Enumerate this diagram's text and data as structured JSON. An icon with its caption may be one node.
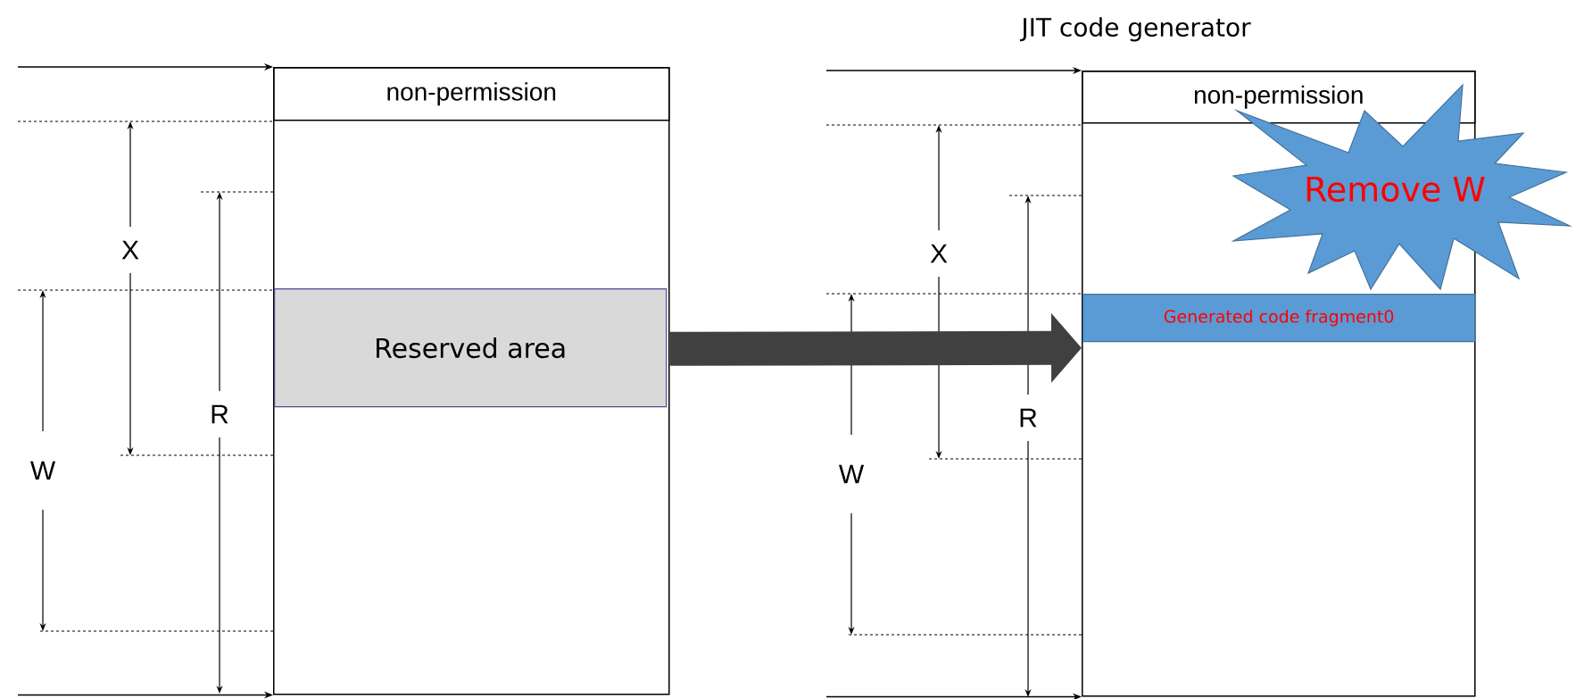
{
  "diagram": {
    "nodes": [
      {
        "text": [],
        "shape": "box"
      },
      {
        "text": [
          "non-permission"
        ],
        "in": 0
      },
      {
        "text": [
          "Reserved area"
        ],
        "in": 0
      },
      {
        "text": [
          "JIT code generator"
        ]
      },
      {
        "text": [
          "non-permission"
        ],
        "in": 3
      },
      {
        "text": [
          "Generated code fragment0"
        ],
        "in": 3
      },
      {
        "text": [
          "Remove W"
        ]
      }
    ],
    "edges": [
      {
        "from": null,
        "to": 1,
        "arrow": "to"
      },
      {
        "from": null,
        "to": 0,
        "arrow": "to"
      },
      {
        "from": 0,
        "to": 3,
        "arrow": "to",
        "style": "thick",
        "color": "#404040"
      },
      {
        "from": null,
        "to": 4,
        "arrow": "to"
      },
      {
        "from": null,
        "to": 3,
        "arrow": "to"
      }
    ],
    "labels": [
      "X",
      "R",
      "W",
      "X",
      "R",
      "W"
    ]
  }
}
